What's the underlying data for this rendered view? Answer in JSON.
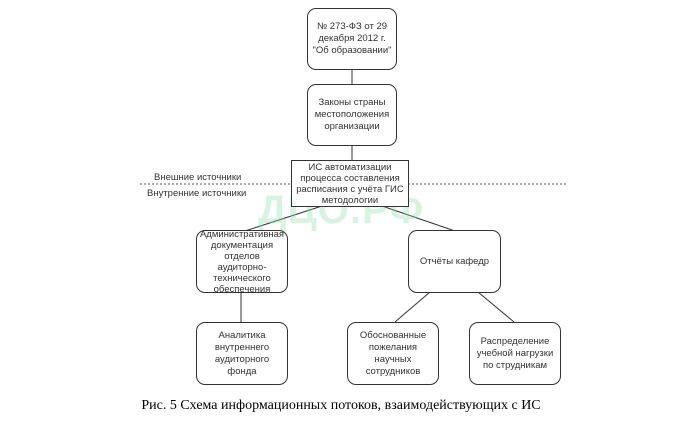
{
  "diagram": {
    "nodes": {
      "law_273": "№ 273-ФЗ от 29 декабря 2012 г. \"Об образовании\"",
      "country_laws": "Законы страны местоположения организации",
      "is_system": "ИС автоматизации процесса составления расписания с учёта ГИС методологии",
      "admin_docs": "Административная документация отделов аудиторно-технического обеспечения",
      "dept_reports": "Отчёты кафедр",
      "analytics": "Аналитика внутреннего аудиторного фонда",
      "wishes": "Обоснованные пожелания научных сотрудников",
      "load_distribution": "Распределение учебной нагрузки по струдникам"
    },
    "labels": {
      "external": "Внешние источники",
      "internal": "Внутренние источники"
    },
    "watermark": "ДЦО.РФ",
    "caption": "Рис. 5 Схема информационных потоков, взаимодействующих с ИС"
  }
}
